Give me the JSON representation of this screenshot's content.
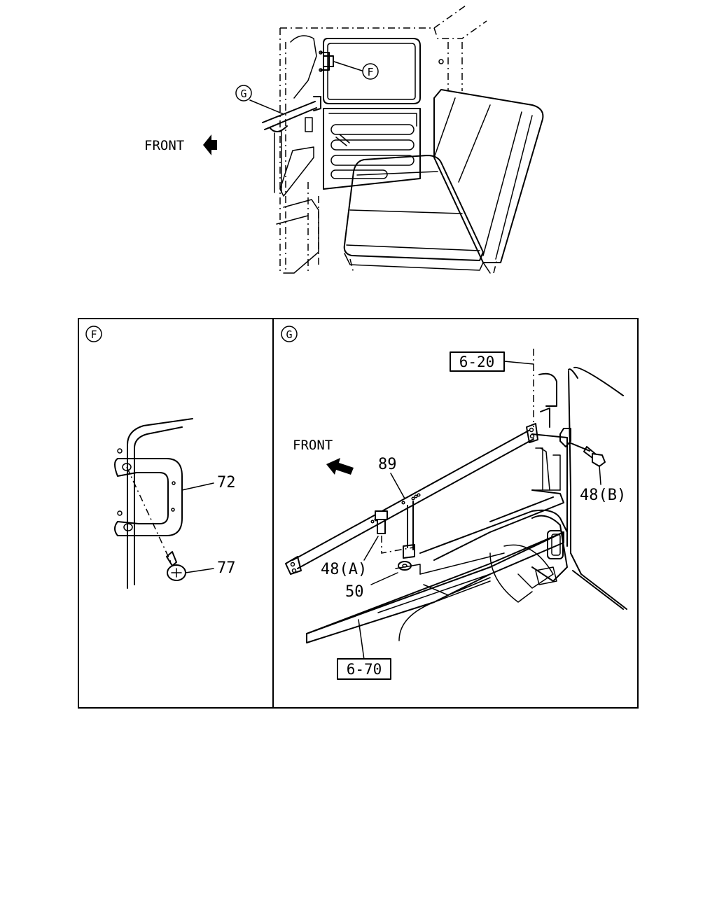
{
  "overview": {
    "front_label": "FRONT",
    "callout_f": "F",
    "callout_g": "G"
  },
  "detail_f": {
    "marker": "F",
    "parts": {
      "handle": "72",
      "screw": "77"
    }
  },
  "detail_g": {
    "marker": "G",
    "front_label": "FRONT",
    "parts": {
      "bar": "89",
      "bolt_b": "48(B)",
      "bolt_a": "48(A)",
      "washer": "50"
    },
    "refs": {
      "upper": "6-20",
      "lower": "6-70"
    }
  }
}
